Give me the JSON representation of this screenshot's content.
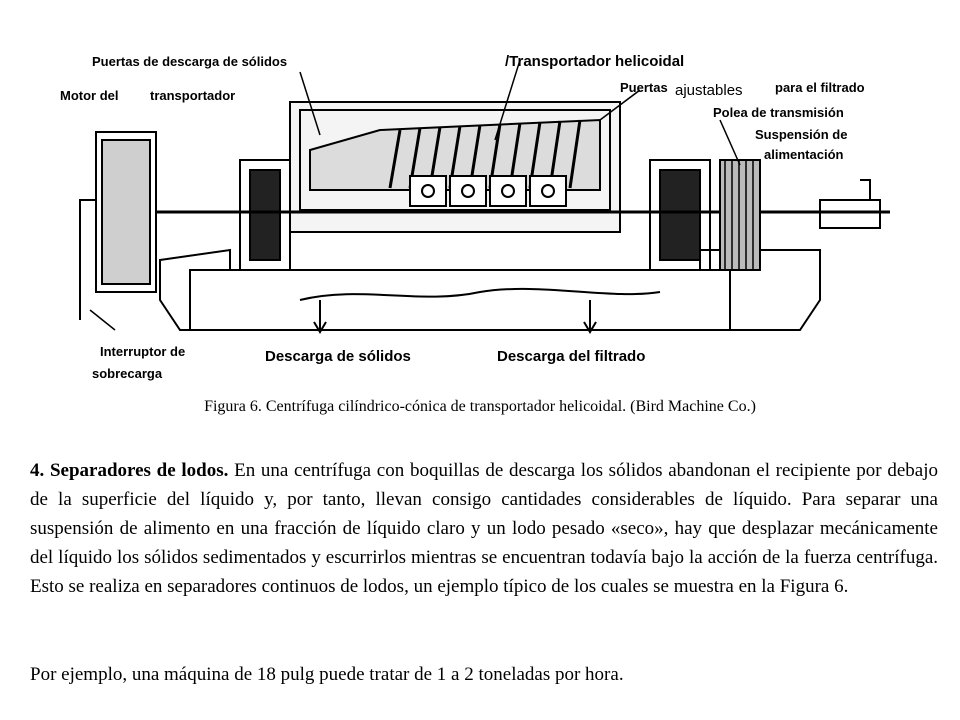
{
  "figure": {
    "labels": {
      "puertas_descarga_solidos": "Puertas de descarga de sólidos",
      "motor_del": "Motor del",
      "transportador": "transportador",
      "transportador_helicoidal": "/Transportador  helicoidal",
      "puertas": "Puertas",
      "ajustables": "ajustables",
      "para_el_filtrado": "para  el  filtrado",
      "polea_transmision": "Polea de transmisión",
      "suspension_de": "Suspensión de",
      "alimentacion": "alimentación",
      "interruptor_de": "Interruptor    de",
      "sobrecarga": "sobrecarga",
      "descarga_solidos": "Descarga de sólidos",
      "descarga_filtrado": "Descarga del filtrado"
    },
    "caption": "Figura 6. Centrífuga cilíndrico-cónica de transportador helicoidal. (Bird Machine Co.)"
  },
  "text": {
    "heading": "4. Separadores de lodos.",
    "paragraph": " En una centrífuga con boquillas de descarga los sólidos abandonan el recipiente por debajo de la superficie del líquido y, por tanto, llevan consigo cantidades considerables de líquido. Para separar una suspensión de alimento en una fracción de líquido claro y un lodo pesado «seco», hay que desplazar mecánicamente del líquido los sólidos sedimentados y escurrirlos mientras se encuentran todavía bajo la acción de la fuerza centrífuga. Esto se realiza en separadores continuos de lodos, un ejemplo típico de los cuales se muestra en la Figura 6.",
    "example": "Por ejemplo, una máquina de 18 pulg puede tratar de 1 a 2 toneladas por hora."
  }
}
